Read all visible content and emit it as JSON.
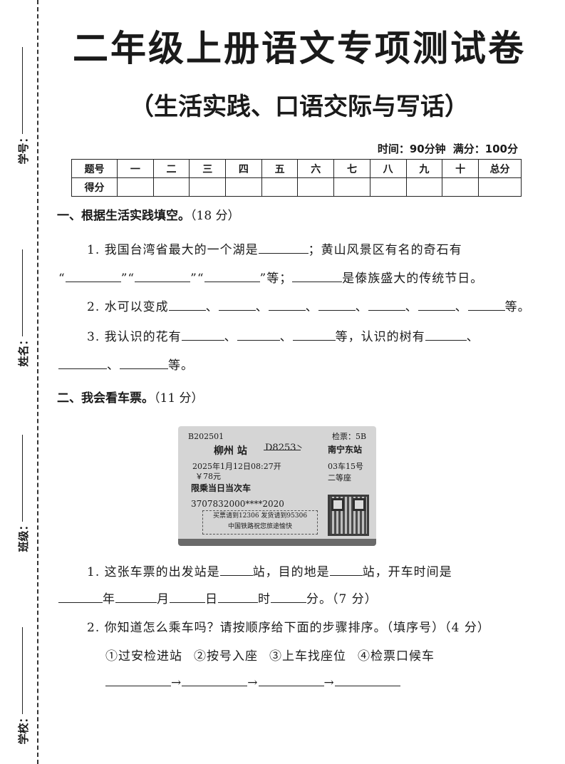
{
  "binding": {
    "student_id_label": "学号：",
    "name_label": "姓名：",
    "class_label": "班级：",
    "school_label": "学校："
  },
  "header": {
    "title": "二年级上册语文专项测试卷",
    "subtitle": "（生活实践、口语交际与写话）",
    "time": "时间：90分钟",
    "full_score": "满分：100分"
  },
  "score_table": {
    "row_labels": [
      "题号",
      "得分"
    ],
    "columns": [
      "一",
      "二",
      "三",
      "四",
      "五",
      "六",
      "七",
      "八",
      "九",
      "十",
      "总分"
    ]
  },
  "section1": {
    "heading": "一、根据生活实践填空。",
    "points": "（18 分）",
    "q1_a": "1. 我国台湾省最大的一个湖是",
    "q1_b": "；黄山风景区有名的奇石有",
    "q1_open": "“",
    "q1_close": "”",
    "q1_c": "等；",
    "q1_d": "是傣族盛大的传统节日。",
    "q2": "2. 水可以变成",
    "sep": "、",
    "q2_end": "等。",
    "q3_a": "3. 我认识的花有",
    "q3_b": "等，认识的树有",
    "q3_end": "等。"
  },
  "section2": {
    "heading": "二、我会看车票。",
    "points": "（11 分）",
    "ticket": {
      "code": "B202501",
      "gate": "检票：5B",
      "from": "柳州 站",
      "train": "D8253",
      "to": "南宁东站",
      "datetime": "2025年1月12日08:27开",
      "car_seat": "03车15号",
      "price": "￥78元",
      "seat_class": "二等座",
      "notice": "限乘当日当次车",
      "id_number": "3707832000****2020",
      "box_line1": "买票请到12306   发货请到95306",
      "box_line2": "中国铁路祝您旅途愉快"
    },
    "q1_a": "1. 这张车票的出发站是",
    "q1_b": "站，目的地是",
    "q1_c": "站，开车时间是",
    "q1_year": "年",
    "q1_month": "月",
    "q1_day": "日",
    "q1_hour": "时",
    "q1_min": "分。",
    "q1_pts": "（7 分）",
    "q2": "2. 你知道怎么乘车吗？请按顺序给下面的步骤排序。（填序号）（4 分）",
    "steps": [
      "①过安检进站",
      "②按号入座",
      "③上车找座位",
      "④检票口候车"
    ],
    "arrow": "→"
  }
}
